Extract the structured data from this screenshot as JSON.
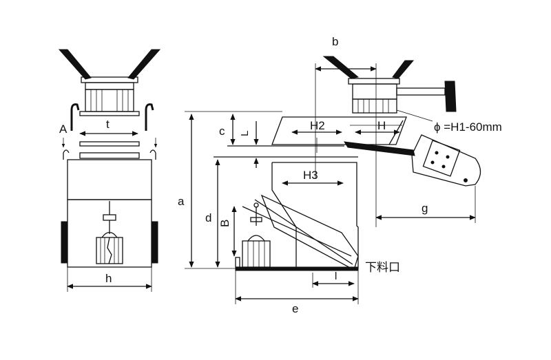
{
  "labels": {
    "A": "A",
    "t": "t",
    "h": "h",
    "a": "a",
    "d": "d",
    "B": "B",
    "c": "c",
    "L": "L",
    "b": "b",
    "H2": "H2",
    "H": "H",
    "H3": "H3",
    "g": "g",
    "e": "e",
    "l": "l",
    "phi": "ϕ =H1-60mm",
    "outlet": "下料口"
  }
}
